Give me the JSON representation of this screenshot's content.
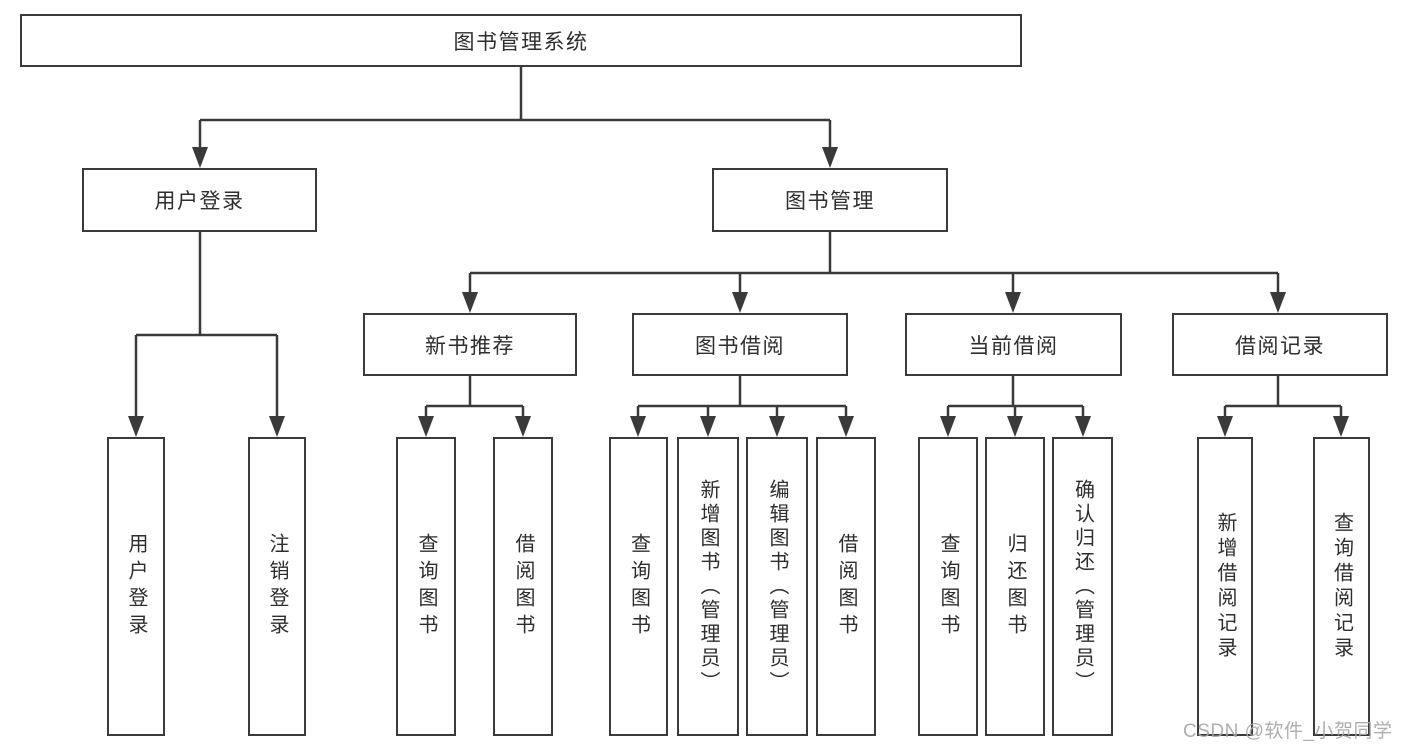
{
  "diagram": {
    "type": "hierarchy-tree",
    "root": {
      "label": "图书管理系统",
      "children": [
        {
          "label": "用户登录",
          "children": [
            {
              "label": "用户登录"
            },
            {
              "label": "注销登录"
            }
          ]
        },
        {
          "label": "图书管理",
          "children": [
            {
              "label": "新书推荐",
              "children": [
                {
                  "label": "查询图书"
                },
                {
                  "label": "借阅图书"
                }
              ]
            },
            {
              "label": "图书借阅",
              "children": [
                {
                  "label": "查询图书"
                },
                {
                  "label": "新增图书（管理员）"
                },
                {
                  "label": "编辑图书（管理员）"
                },
                {
                  "label": "借阅图书"
                }
              ]
            },
            {
              "label": "当前借阅",
              "children": [
                {
                  "label": "查询图书"
                },
                {
                  "label": "归还图书"
                },
                {
                  "label": "确认归还（管理员）"
                }
              ]
            },
            {
              "label": "借阅记录",
              "children": [
                {
                  "label": "新增借阅记录"
                },
                {
                  "label": "查询借阅记录"
                }
              ]
            }
          ]
        }
      ]
    }
  },
  "watermark": {
    "text": "CSDN @软件_小贺同学"
  },
  "colors": {
    "line": "#3a3a3a",
    "text": "#2e2e2e",
    "watermark": "#a6a6a6",
    "background": "#ffffff",
    "box_fill": "#ffffff"
  }
}
